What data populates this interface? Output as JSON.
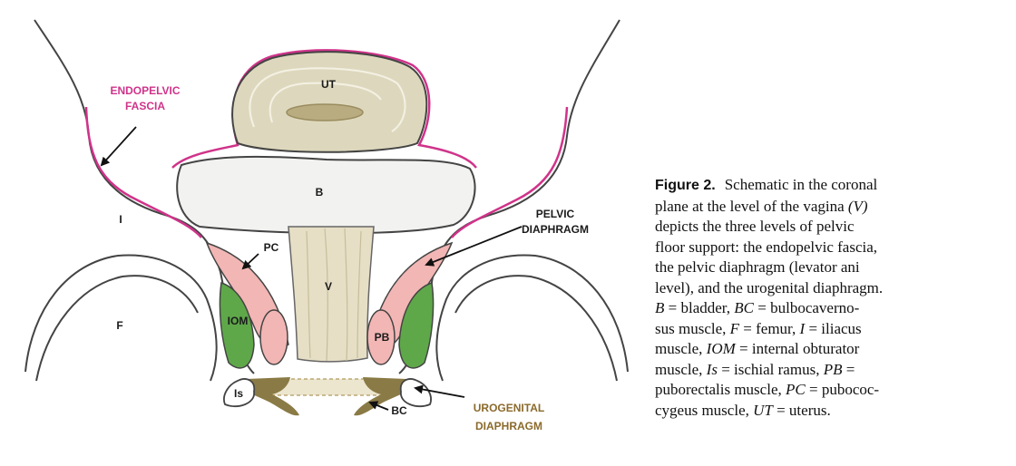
{
  "diagram": {
    "labels": {
      "endopelvic_1": "ENDOPELVIC",
      "endopelvic_2": "FASCIA",
      "ut": "UT",
      "b": "B",
      "i": "I",
      "f": "F",
      "pc": "PC",
      "v": "V",
      "iom": "IOM",
      "pb": "PB",
      "is": "Is",
      "bc": "BC",
      "pelvic_1": "PELVIC",
      "pelvic_2": "DIAPHRAGM",
      "urogenital_1": "UROGENITAL",
      "urogenital_2": "DIAPHRAGM"
    },
    "colors": {
      "fascia": "#d0338a",
      "uterus": "#ddd8bd",
      "bladder": "#f2f2f0",
      "vagina": "#e6dfc6",
      "pubococcygeus": "#f2b6b4",
      "puborectalis": "#f2b6b4",
      "obturator": "#5fa84a",
      "urogenital_diaphragm": "#8a7a45",
      "outline": "#444444"
    }
  },
  "caption": {
    "fig": "Figure 2.",
    "l1": "Schematic in the coronal",
    "l2a": "plane at the level of the vagina ",
    "l2v": "(V)",
    "l3": "depicts the three levels of pelvic",
    "l4": "floor support: the endopelvic fascia,",
    "l5": "the pelvic diaphragm (levator ani",
    "l6": "level), and the urogenital diaphragm.",
    "a1": "B",
    "a1t": " = bladder, ",
    "a2": "BC",
    "a2t": " = bulbocaverno-",
    "a3t": "sus muscle, ",
    "a4": "F",
    "a4t": " = femur, ",
    "a5": "I",
    "a5t": " = iliacus",
    "a6t": "muscle, ",
    "a7": "IOM",
    "a7t": " = internal obturator",
    "a8t": "muscle, ",
    "a9": "Is",
    "a9t": " = ischial ramus, ",
    "a10": "PB",
    "a10t": " =",
    "a11t": "puborectalis muscle, ",
    "a12": "PC",
    "a12t": " = pubococ-",
    "a13t": "cygeus muscle, ",
    "a14": "UT",
    "a14t": " = uterus."
  }
}
